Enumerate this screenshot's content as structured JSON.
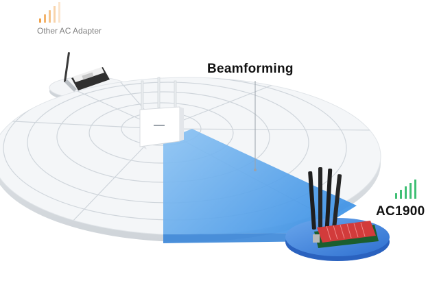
{
  "labels": {
    "other_adapter": "Other AC Adapter",
    "beamforming": "Beamforming",
    "ac1900": "AC1900"
  },
  "signal": {
    "other_adapter": {
      "color": "#f0a24a",
      "bars_total": 5
    },
    "ac1900": {
      "color": "#3fbf74",
      "bars_total": 5
    }
  },
  "colors": {
    "beam": "#4a9de8",
    "disc_top": "#f4f6f8",
    "disc_edge": "#dfe3e7",
    "small_disc_blue": "#3f7fd8",
    "card_red": "#d23b3b"
  },
  "icons": [
    "router-icon",
    "network-adapter-icon",
    "ac1900-adapter-icon",
    "signal-bars-icon"
  ]
}
